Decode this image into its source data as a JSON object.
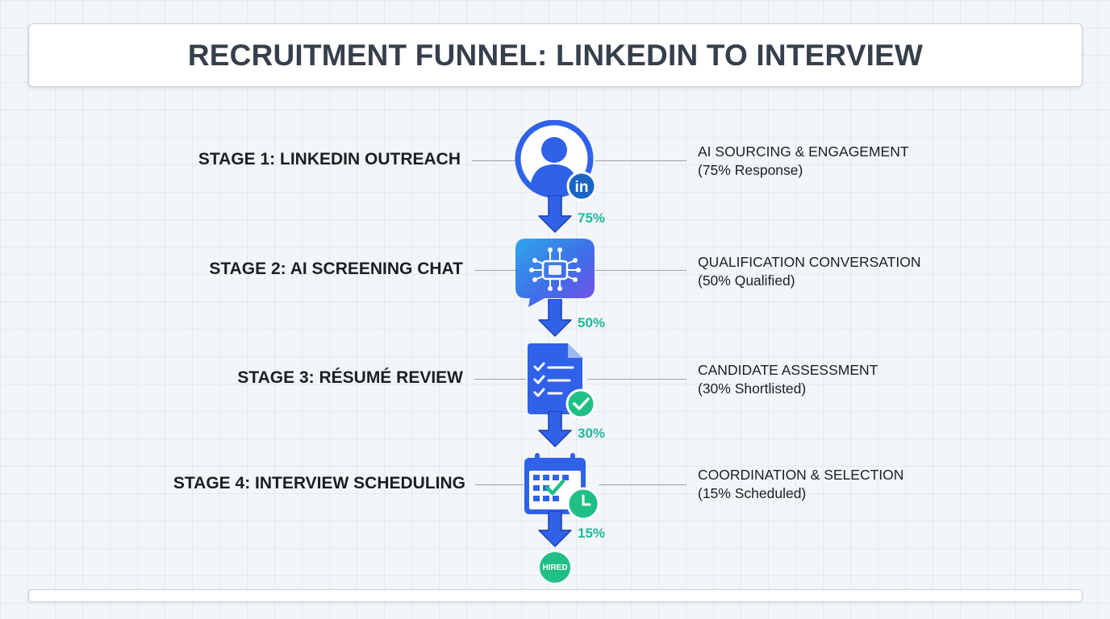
{
  "title": "RECRUITMENT FUNNEL: LINKEDIN TO INTERVIEW",
  "stages": [
    {
      "label": "STAGE 1: LINKEDIN OUTREACH",
      "desc_title": "AI SOURCING & ENGAGEMENT",
      "desc_detail": "(75% Response)",
      "conversion": "75%",
      "icon": "user-profile-icon",
      "badge": "in"
    },
    {
      "label": "STAGE 2: AI SCREENING CHAT",
      "desc_title": "QUALIFICATION CONVERSATION",
      "desc_detail": "(50% Qualified)",
      "conversion": "50%",
      "icon": "ai-chip-chat-icon"
    },
    {
      "label": "STAGE 3: RÉSUMÉ REVIEW",
      "desc_title": "CANDIDATE ASSESSMENT",
      "desc_detail": "(30% Shortlisted)",
      "conversion": "30%",
      "icon": "resume-check-icon"
    },
    {
      "label": "STAGE 4: INTERVIEW SCHEDULING",
      "desc_title": "COORDINATION & SELECTION",
      "desc_detail": "(15% Scheduled)",
      "conversion": "15%",
      "icon": "calendar-clock-icon"
    }
  ],
  "final": "HIRED",
  "colors": {
    "primary_blue": "#2f62e8",
    "accent_green": "#1fb79c",
    "linkedin_blue": "#1a66c2",
    "text": "#1b1f25"
  }
}
